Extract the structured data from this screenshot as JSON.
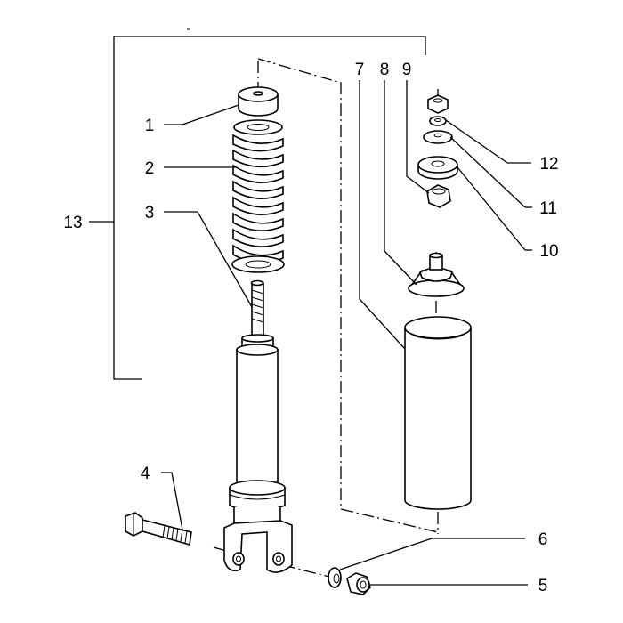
{
  "callouts": [
    {
      "id": "1",
      "label": "1"
    },
    {
      "id": "2",
      "label": "2"
    },
    {
      "id": "3",
      "label": "3"
    },
    {
      "id": "4",
      "label": "4"
    },
    {
      "id": "5",
      "label": "5"
    },
    {
      "id": "6",
      "label": "6"
    },
    {
      "id": "7",
      "label": "7"
    },
    {
      "id": "8",
      "label": "8"
    },
    {
      "id": "9",
      "label": "9"
    },
    {
      "id": "10",
      "label": "10"
    },
    {
      "id": "11",
      "label": "11"
    },
    {
      "id": "12",
      "label": "12"
    },
    {
      "id": "13",
      "label": "13"
    }
  ],
  "colors": {
    "ink": "#000000",
    "paper": "#ffffff"
  }
}
